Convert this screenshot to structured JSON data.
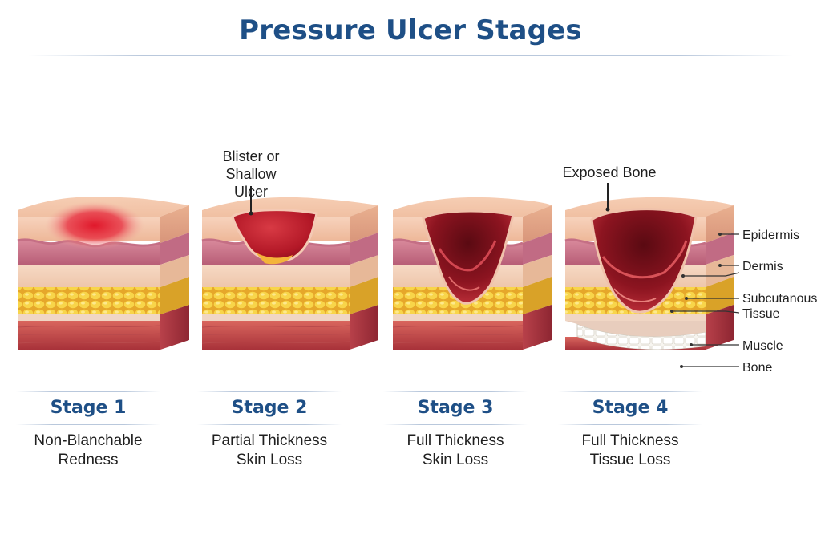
{
  "title": "Pressure Ulcer Stages",
  "callouts": {
    "stage2_top": "Blister or",
    "stage2_bottom": "Shallow Ulcer",
    "stage4": "Exposed Bone"
  },
  "layers": [
    "Epidermis",
    "Dermis",
    "Subcutanous",
    "Tissue",
    "Muscle",
    "Bone"
  ],
  "stages": [
    {
      "name": "Stage 1",
      "desc1": "Non-Blanchable",
      "desc2": "Redness"
    },
    {
      "name": "Stage 2",
      "desc1": "Partial Thickness",
      "desc2": "Skin Loss"
    },
    {
      "name": "Stage 3",
      "desc1": "Full Thickness",
      "desc2": "Skin Loss"
    },
    {
      "name": "Stage 4",
      "desc1": "Full Thickness",
      "desc2": "Tissue Loss"
    }
  ],
  "colors": {
    "title": "#1e4f86",
    "skin": "#f2c3a6",
    "dermis": "#c7708a",
    "fat": "#f3c632",
    "muscle": "#c8484a",
    "bone": "#f4f1ea",
    "wound": "#a4141d"
  }
}
